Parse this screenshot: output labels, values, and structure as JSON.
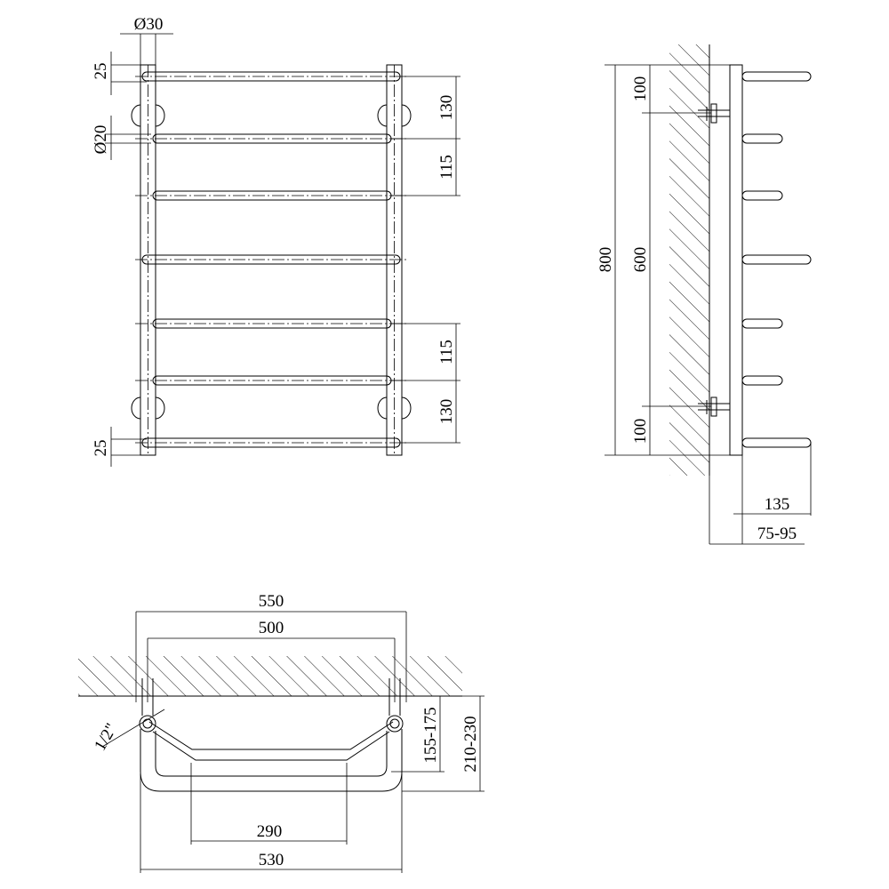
{
  "front_view": {
    "dia_top": "Ø30",
    "dia_bar": "Ø20",
    "left_top": "25",
    "left_bottom": "25",
    "right_dims": [
      "130",
      "115",
      "115",
      "130"
    ]
  },
  "side_view": {
    "total_height": "800",
    "mount_span": "600",
    "top_offset": "100",
    "bottom_offset": "100",
    "depth": "135",
    "wall_gap": "75-95"
  },
  "top_view": {
    "overall_width": "550",
    "inner_width": "500",
    "pipe_size": "1/2\"",
    "depth_inner": "155-175",
    "depth_outer": "210-230",
    "middle_width": "290",
    "pipe_width": "530"
  }
}
